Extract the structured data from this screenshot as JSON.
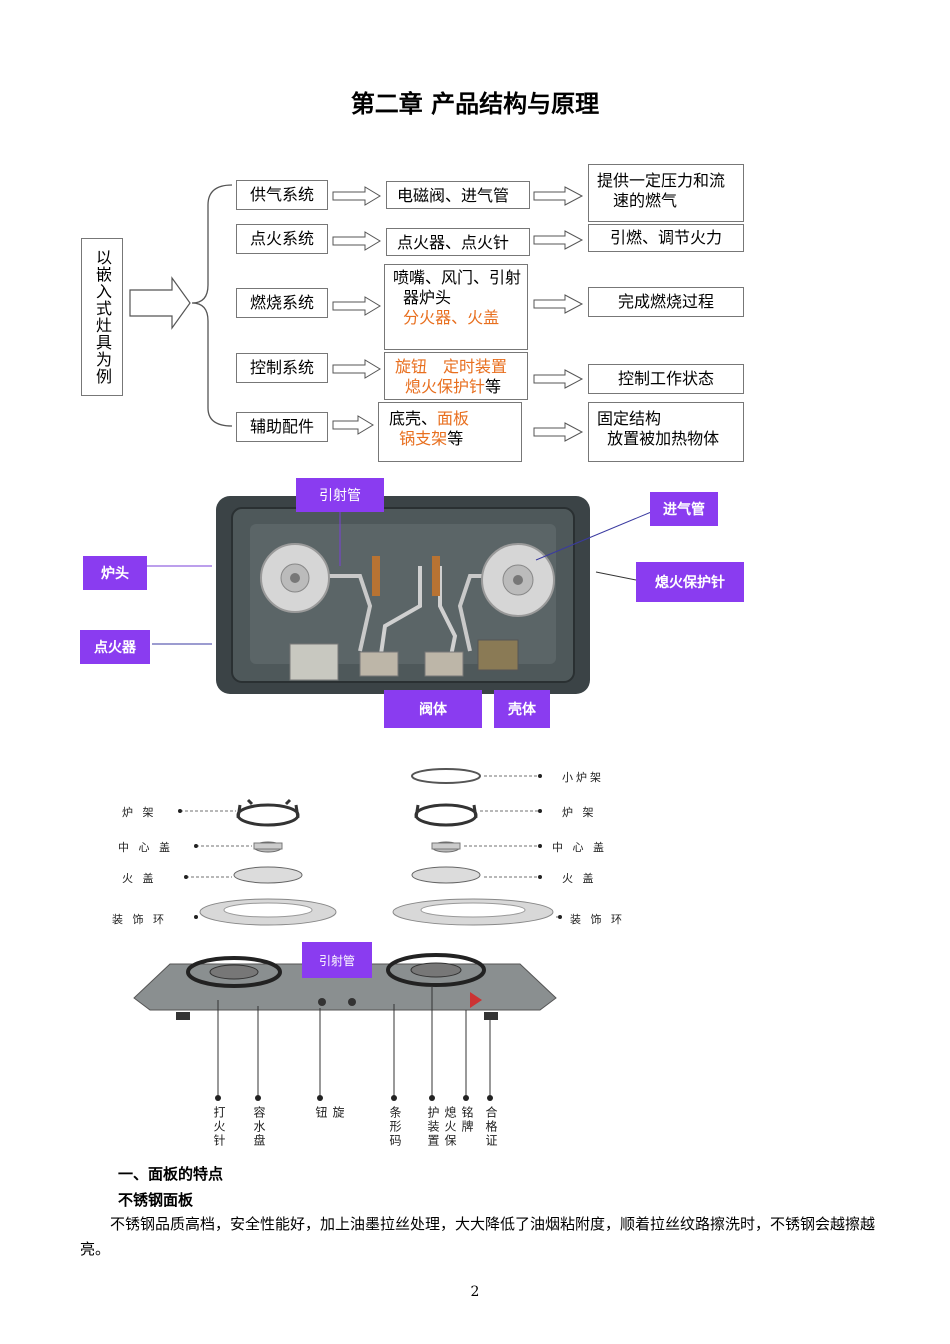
{
  "title": "第二章 产品结构与原理",
  "diagram": {
    "root": "以嵌入式灶具为例",
    "rows": [
      {
        "system": "供气系统",
        "parts_lines": [
          [
            {
              "t": "电磁阀、进气管",
              "o": false
            }
          ]
        ],
        "result_lines": [
          "提供一定压力和流",
          "速的燃气"
        ]
      },
      {
        "system": "点火系统",
        "parts_lines": [
          [
            {
              "t": "点火器、点火针",
              "o": false
            }
          ]
        ],
        "result_lines": [
          "引燃、调节火力"
        ]
      },
      {
        "system": "燃烧系统",
        "parts_lines": [
          [
            {
              "t": "喷嘴、风门、引射",
              "o": false
            }
          ],
          [
            {
              "t": "器炉头",
              "o": false
            }
          ],
          [
            {
              "t": "  分火器、火盖",
              "o": true
            }
          ]
        ],
        "result_lines": [
          "完成燃烧过程"
        ]
      },
      {
        "system": "控制系统",
        "parts_lines": [
          [
            {
              "t": "旋钮　定时装置",
              "o": true
            }
          ],
          [
            {
              "t": "熄火保护针",
              "o": true
            },
            {
              "t": "等",
              "o": false
            }
          ]
        ],
        "result_lines": [
          "控制工作状态"
        ]
      },
      {
        "system": "辅助配件",
        "parts_lines": [
          [
            {
              "t": "底壳、",
              "o": false
            },
            {
              "t": "面板",
              "o": true
            }
          ],
          [
            {
              "t": "  锅支架",
              "o": true
            },
            {
              "t": "等",
              "o": false
            }
          ]
        ],
        "result_lines": [
          "固定结构",
          "  放置被加热物体"
        ]
      }
    ]
  },
  "photo1_labels": {
    "yinshe": "引射管",
    "jinqi": "进气管",
    "lutou": "炉头",
    "xihuo": "熄火保护针",
    "dianhuo": "点火器",
    "fati": "阀体",
    "keti": "壳体"
  },
  "exploded": {
    "left_labels": [
      "炉 架",
      "中 心 盖",
      "火 盖",
      "装 饰 环"
    ],
    "right_labels": [
      "小炉架",
      "炉 架",
      "中 心 盖",
      "火 盖",
      "装 饰 环"
    ],
    "yinshe_tag": "引射管",
    "bottom_labels": [
      "打火针",
      "容水盘",
      "旋　　钮",
      "条形码",
      "熄火保护装置",
      "铭牌",
      "合格证"
    ]
  },
  "section_heading": "一、面板的特点",
  "sub_heading": "不锈钢面板",
  "paragraph": "不锈钢品质高档，安全性能好，加上油墨拉丝处理，大大降低了油烟粘附度，顺着拉丝纹路擦洗时，不锈钢会越擦越亮。",
  "page_number": "2",
  "colors": {
    "label_purple": "#8a3cf0",
    "highlight_orange": "#e86f1f"
  }
}
